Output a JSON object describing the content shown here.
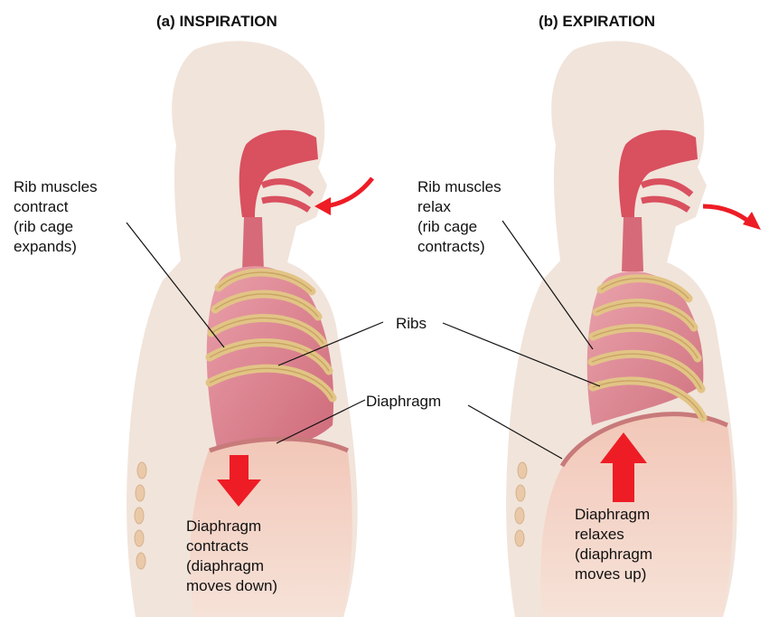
{
  "panels": {
    "a": {
      "title": "(a) INSPIRATION",
      "rib_label": [
        "Rib muscles",
        "contract",
        "(rib cage",
        "expands)"
      ],
      "diaphragm_label": [
        "Diaphragm",
        "contracts",
        "(diaphragm",
        "moves down)"
      ]
    },
    "b": {
      "title": "(b) EXPIRATION",
      "rib_label": [
        "Rib muscles",
        "relax",
        "(rib cage",
        "contracts)"
      ],
      "diaphragm_label": [
        "Diaphragm",
        "relaxes",
        "(diaphragm",
        "moves up)"
      ]
    }
  },
  "shared_labels": {
    "ribs": "Ribs",
    "diaphragm": "Diaphragm"
  },
  "colors": {
    "body_silhouette": "#f1e4db",
    "airway": "#d9505f",
    "lung": "#dd8a96",
    "rib": "#e4c98f",
    "arrow": "#ee1c25"
  }
}
